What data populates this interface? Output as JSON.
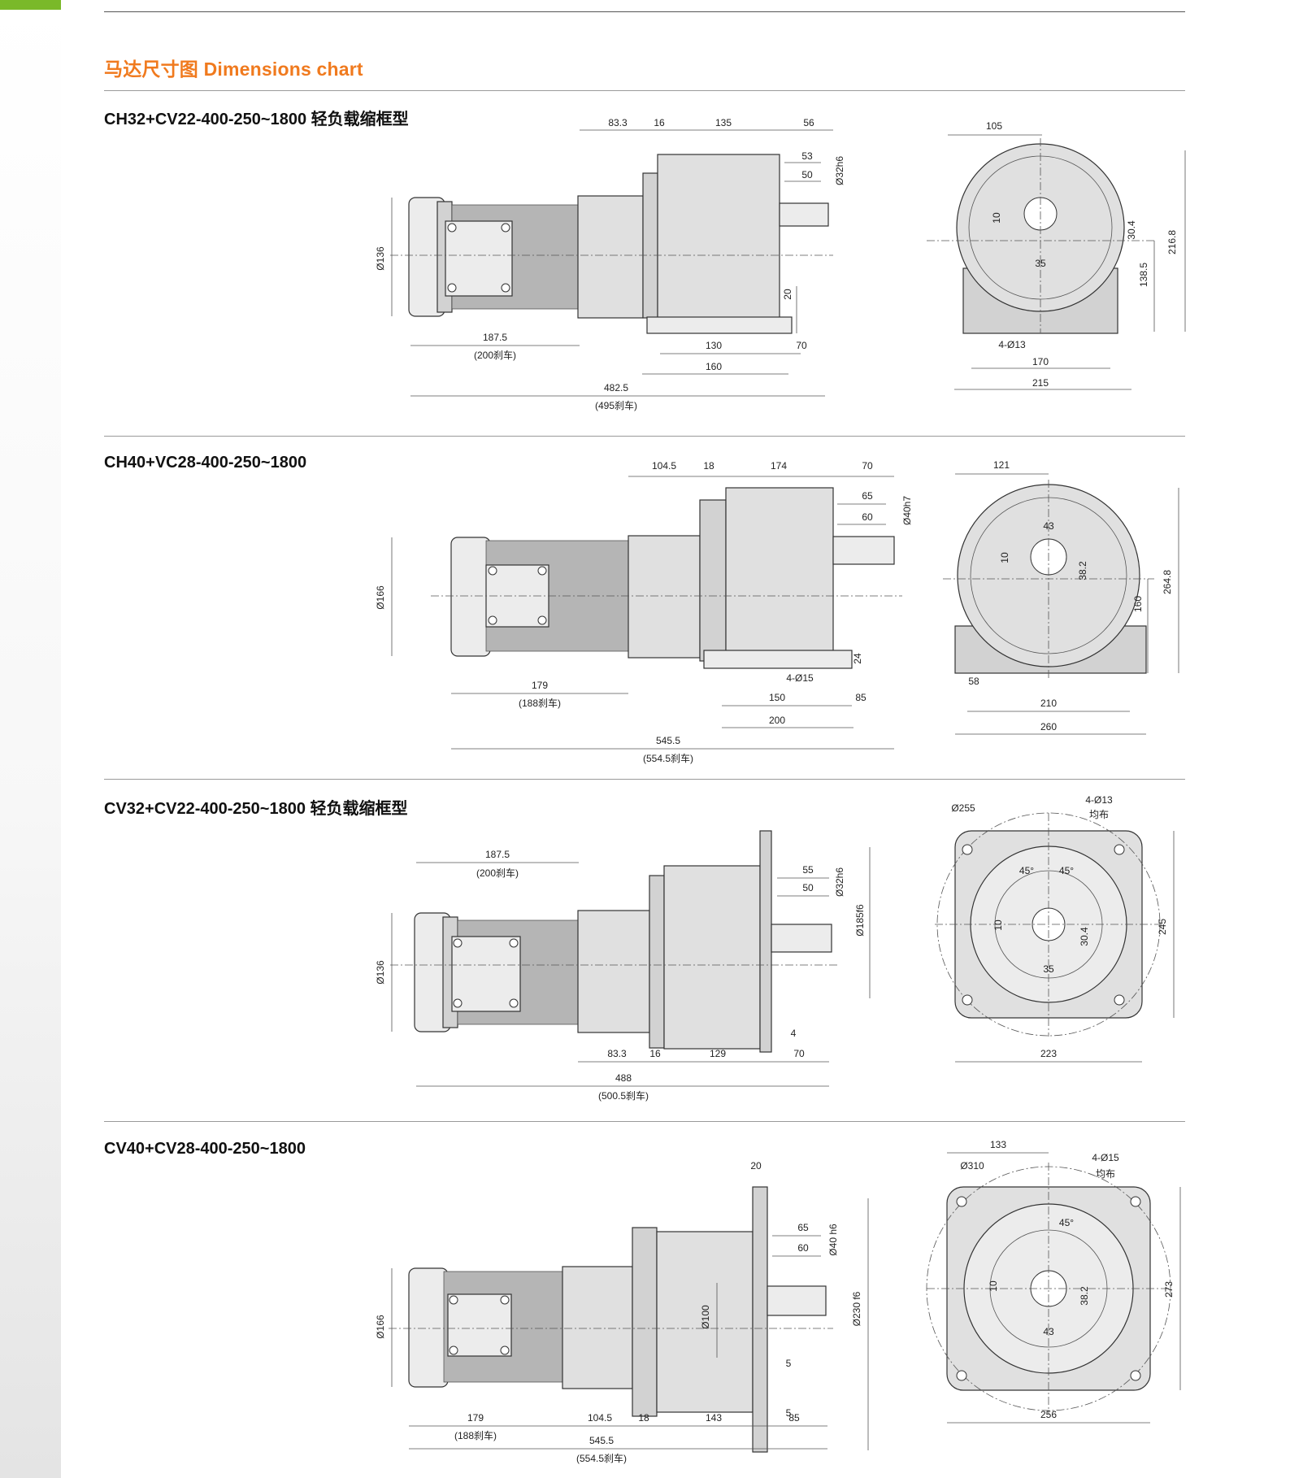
{
  "page": {
    "title": "马达尺寸图 Dimensions chart"
  },
  "sections": [
    {
      "title": "CH32+CV22-400-250~1800 轻负载缩框型",
      "dims": {
        "d1": "83.3",
        "d2": "16",
        "d3": "135",
        "d4": "56",
        "d5": "53",
        "d6": "50",
        "d7": "Ø32h6",
        "d8": "Ø136",
        "d9": "20",
        "d10": "187.5",
        "d11": "(200刹车)",
        "d12": "130",
        "d13": "70",
        "d14": "160",
        "d15": "482.5",
        "d16": "(495刹车)",
        "s1": "105",
        "s2": "10",
        "s3": "30.4",
        "s4": "216.8",
        "s5": "35",
        "s6": "138.5",
        "s7": "4-Ø13",
        "s8": "170",
        "s9": "215"
      }
    },
    {
      "title": "CH40+VC28-400-250~1800",
      "dims": {
        "d1": "104.5",
        "d2": "18",
        "d3": "174",
        "d4": "70",
        "d5": "65",
        "d6": "60",
        "d7": "Ø40h7",
        "d8": "Ø166",
        "d9": "24",
        "d10": "179",
        "d11": "(188刹车)",
        "d12": "4-Ø15",
        "d13": "150",
        "d14": "85",
        "d15": "200",
        "d16": "545.5",
        "d17": "(554.5刹车)",
        "s1": "121",
        "s2": "43",
        "s3": "10",
        "s4": "38.2",
        "s5": "264.8",
        "s6": "160",
        "s7": "58",
        "s8": "210",
        "s9": "260"
      }
    },
    {
      "title": "CV32+CV22-400-250~1800 轻负载缩框型",
      "dims": {
        "d1": "187.5",
        "d2": "(200刹车)",
        "d3": "55",
        "d4": "50",
        "d5": "Ø32h6",
        "d6": "Ø185f6",
        "d7": "Ø136",
        "d8": "4",
        "d9": "83.3",
        "d10": "16",
        "d11": "129",
        "d12": "70",
        "d13": "488",
        "d14": "(500.5刹车)",
        "s1": "Ø255",
        "s2": "4-Ø13",
        "s3": "均布",
        "s4": "45°",
        "s5": "45°",
        "s6": "10",
        "s7": "30.4",
        "s8": "245",
        "s9": "35",
        "s10": "223"
      }
    },
    {
      "title": "CV40+CV28-400-250~1800",
      "dims": {
        "d1": "20",
        "d2": "65",
        "d3": "60",
        "d4": "Ø40 h6",
        "d5": "Ø100",
        "d6": "Ø230 f6",
        "d7": "Ø166",
        "d8": "5",
        "d9": "5",
        "d10": "179",
        "d11": "(188刹车)",
        "d12": "104.5",
        "d13": "18",
        "d14": "143",
        "d15": "85",
        "d16": "545.5",
        "d17": "(554.5刹车)",
        "s1": "133",
        "s2": "Ø310",
        "s3": "4-Ø15",
        "s4": "均布",
        "s5": "45°",
        "s6": "10",
        "s7": "38.2",
        "s8": "273",
        "s9": "43",
        "s10": "256"
      }
    }
  ]
}
